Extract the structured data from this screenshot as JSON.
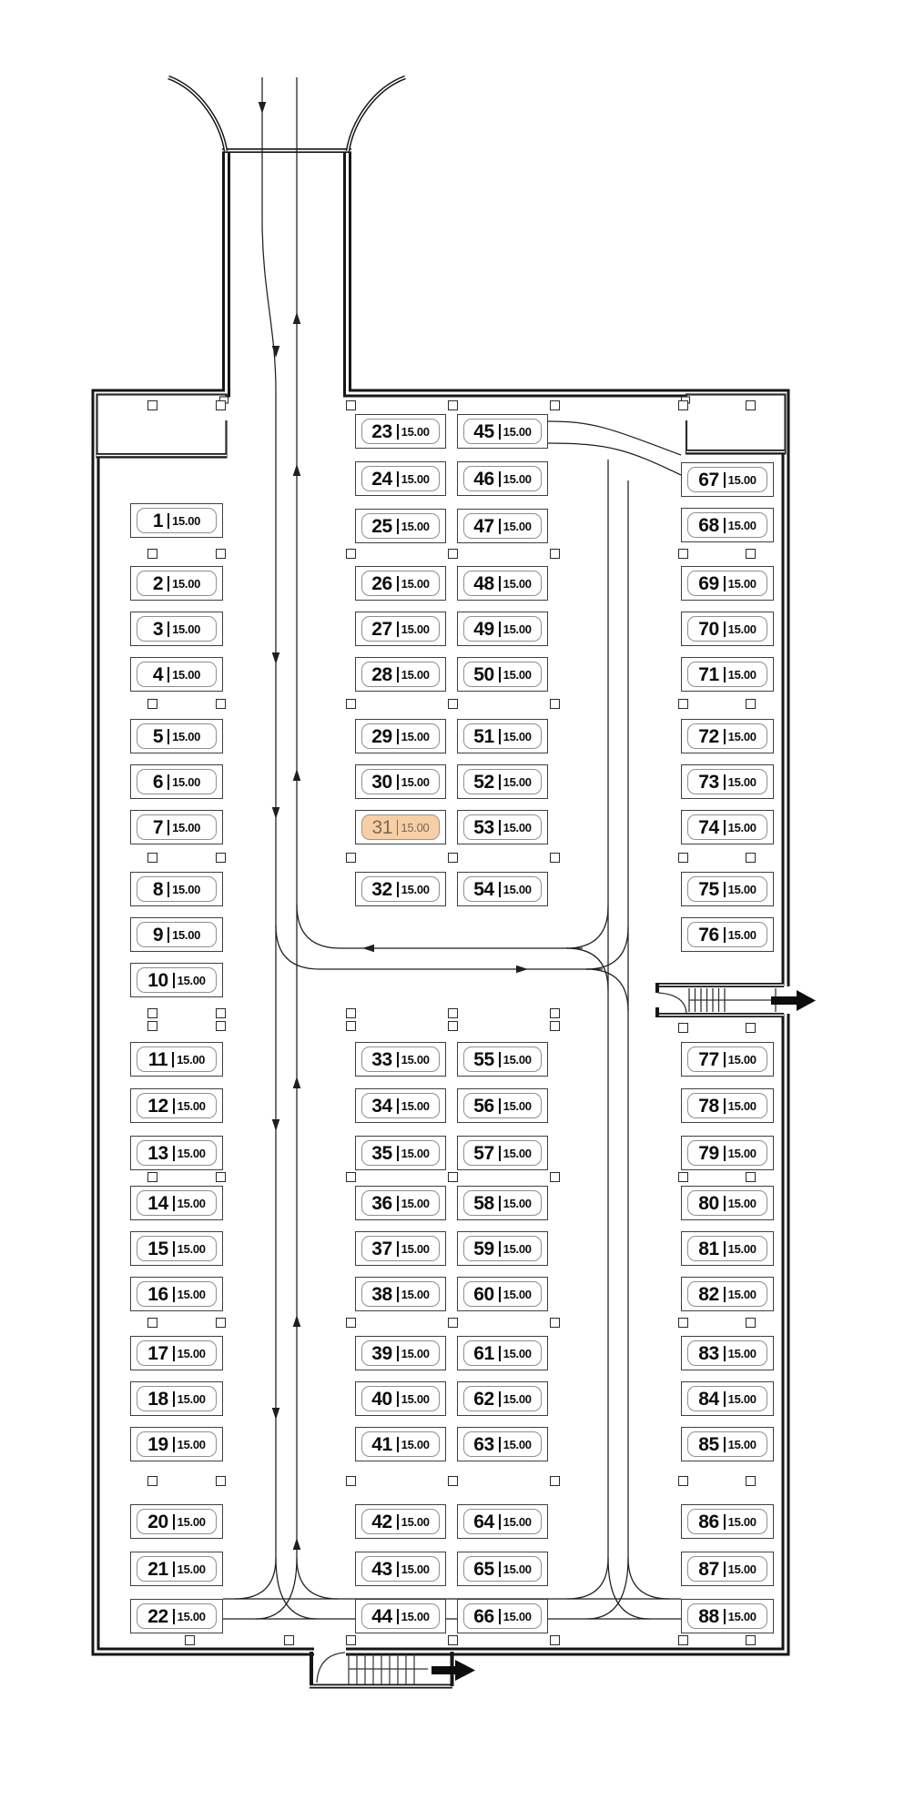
{
  "plan_title": "parking-level-floor-plan",
  "price_label": "15.00",
  "highlighted_space": 31,
  "colors": {
    "highlight_fill": "#f8cfa4",
    "highlight_text": "#75695a",
    "wall": "#161616",
    "lane_line": "#1f1f1f",
    "space_border": "#3f3f3f",
    "pill_border": "#8f8f8f"
  },
  "icons": {
    "exit_right_arrow": "solid-right-arrow",
    "exit_bottom_arrow": "solid-right-arrow",
    "lane_down_arrow": "solid-down-arrow",
    "lane_up_arrow": "solid-up-arrow"
  },
  "columns": [
    {
      "id": "left",
      "spaces": [
        1,
        2,
        3,
        4,
        5,
        6,
        7,
        8,
        9,
        10,
        11,
        12,
        13,
        14,
        15,
        16,
        17,
        18,
        19,
        20,
        21,
        22
      ]
    },
    {
      "id": "mid-left-top",
      "spaces": [
        23,
        24,
        25,
        26,
        27,
        28,
        29,
        30,
        31,
        32
      ]
    },
    {
      "id": "mid-right-top",
      "spaces": [
        45,
        46,
        47,
        48,
        49,
        50,
        51,
        52,
        53,
        54
      ]
    },
    {
      "id": "mid-left-bottom",
      "spaces": [
        33,
        34,
        35,
        36,
        37,
        38,
        39,
        40,
        41,
        42,
        43,
        44
      ]
    },
    {
      "id": "mid-right-bottom",
      "spaces": [
        55,
        56,
        57,
        58,
        59,
        60,
        61,
        62,
        63,
        64,
        65,
        66
      ]
    },
    {
      "id": "right",
      "spaces": [
        67,
        68,
        69,
        70,
        71,
        72,
        73,
        74,
        75,
        76,
        77,
        78,
        79,
        80,
        81,
        82,
        83,
        84,
        85,
        86,
        87,
        88
      ]
    }
  ]
}
